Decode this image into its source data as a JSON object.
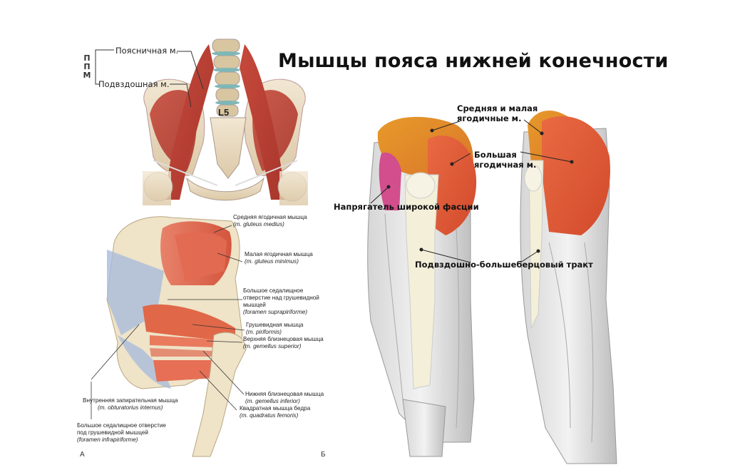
{
  "title": "Мышцы пояса нижней конечности",
  "panel_top_left": {
    "ppm_letters": [
      "П",
      "П",
      "М"
    ],
    "labels": {
      "psoas": "Поясничная м.",
      "iliacus": "Подвздошная м.",
      "l5": "L5"
    }
  },
  "panel_a": {
    "corner_letter": "А",
    "labels": [
      {
        "ru": "Средняя ягодичная мышца",
        "lat": "(m. gluteus medius)"
      },
      {
        "ru": "Малая ягодичная мышца",
        "lat": "(m. gluteus minimus)"
      },
      {
        "ru": "Большое седалищное отверстие над грушевидной мышцей",
        "ru_lines": [
          "Большое седалищное",
          "отверстие над грушевидной",
          "мышцей"
        ],
        "lat": "(foramen suprapiriforme)"
      },
      {
        "ru": "Грушевидная мышца",
        "lat": "(m. piriformis)"
      },
      {
        "ru": "Верхняя близнецовая мышца",
        "lat": "(m. gemellus superior)"
      },
      {
        "ru": "Нижняя близнецовая мышца",
        "lat": "(m. gemellus inferior)"
      },
      {
        "ru": "Квадратная мышца бедра",
        "lat": "(m. quadratus femoris)"
      },
      {
        "ru": "Внутренняя запирательная мышца",
        "lat": "(m. obturatorius internus)"
      },
      {
        "ru": "Большое седалищное отверстие под грушевидной мышцей",
        "ru_lines": [
          "Большое седалищное отверстие",
          "под грушевидной мышцей"
        ],
        "lat": "(foramen infrapiriforme)"
      }
    ]
  },
  "panel_b": {
    "corner_letter": "Б",
    "labels": {
      "gluteus_med_min": [
        "Средняя и малая",
        "ягодичные м."
      ],
      "gluteus_max": [
        "Большая",
        "ягодичная м."
      ],
      "tfl": "Напрягатель широкой фасции",
      "it_tract": "Подвздошно-большеберцовый тракт"
    }
  },
  "colors": {
    "muscle_red": "#e0573a",
    "muscle_orange": "#e6892a",
    "muscle_pink": "#d24e8c",
    "tract": "#f4efd8",
    "bone": "#efe3c8",
    "grey_muscle": "#c9c9c9"
  }
}
